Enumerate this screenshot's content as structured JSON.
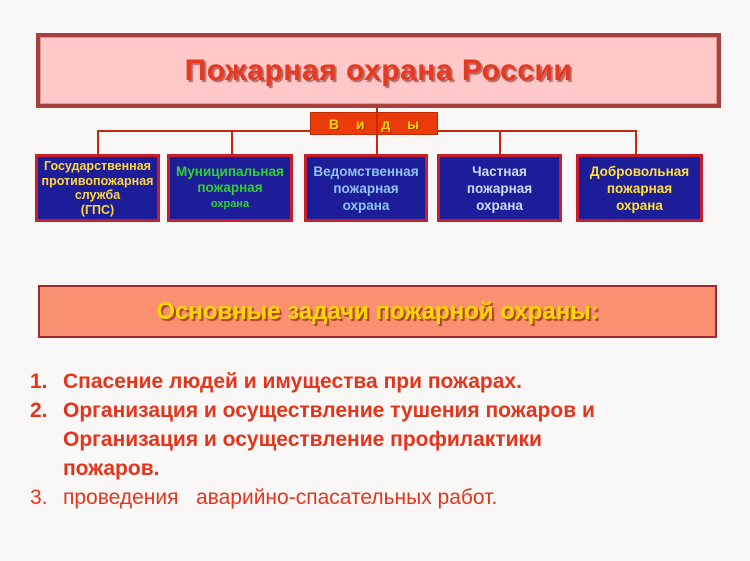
{
  "slide": {
    "title": "Пожарная охрана России",
    "types_label": "В и д ы",
    "banner": "Основные задачи пожарной охраны:"
  },
  "org": {
    "boxes": [
      {
        "name": "gps",
        "lines": [
          "Государственная",
          "противопожарная",
          "служба",
          "(ГПС)"
        ]
      },
      {
        "name": "municipal",
        "lines": [
          "Муниципальная",
          "пожарная",
          "охрана"
        ]
      },
      {
        "name": "department",
        "lines": [
          "Ведомственная",
          "пожарная",
          "охрана"
        ]
      },
      {
        "name": "private",
        "lines": [
          "Частная",
          "пожарная",
          "охрана"
        ]
      },
      {
        "name": "voluntary",
        "lines": [
          "Добровольная",
          "пожарная",
          "охрана"
        ]
      }
    ]
  },
  "tasks": [
    {
      "num": "1.",
      "lines": [
        "Спасение людей и имущества при пожарах."
      ]
    },
    {
      "num": "2.",
      "lines": [
        "Организация и осуществление тушения пожаров и",
        "Организация и осуществление профилактики",
        "пожаров."
      ]
    },
    {
      "num": "3.",
      "lines": [
        "проведения   аварийно-спасательных работ."
      ]
    }
  ],
  "colors": {
    "page_background": "#FAF8F6",
    "title_box_fill": "#FFC9CA",
    "title_box_border": "#A8403F",
    "title_text": "#E43A22",
    "types_badge_fill": "#EC3B0B",
    "types_badge_text": "#FFD700",
    "connector": "#C5280F",
    "org_box_fill": "#1D1D99",
    "org_box_border": "#C3202C",
    "org_box_text": [
      "#FFD83D",
      "#2FD32F",
      "#8FC3F0",
      "#C9DCF8",
      "#FFE03A"
    ],
    "banner_fill": "#F9906F",
    "banner_border": "#9E2B2B",
    "banner_text": "#FFD700",
    "task_text": "#E5341C"
  }
}
